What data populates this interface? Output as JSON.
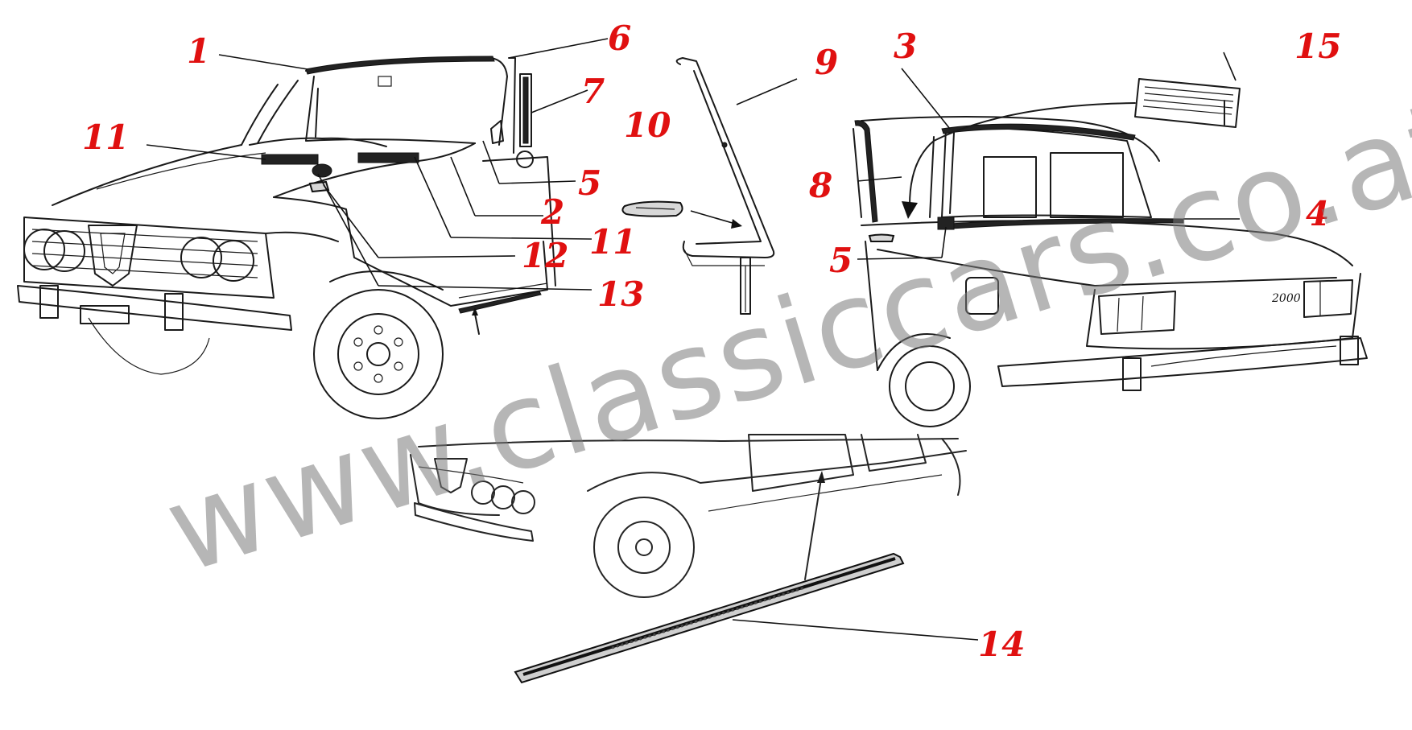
{
  "watermark": "www.classiccars.co.at",
  "callouts": [
    {
      "id": "1",
      "label": "1"
    },
    {
      "id": "2",
      "label": "2"
    },
    {
      "id": "3",
      "label": "3"
    },
    {
      "id": "4",
      "label": "4"
    },
    {
      "id": "5a",
      "label": "5"
    },
    {
      "id": "5b",
      "label": "5"
    },
    {
      "id": "6",
      "label": "6"
    },
    {
      "id": "7",
      "label": "7"
    },
    {
      "id": "8",
      "label": "8"
    },
    {
      "id": "9",
      "label": "9"
    },
    {
      "id": "10",
      "label": "10"
    },
    {
      "id": "11a",
      "label": "11"
    },
    {
      "id": "11b",
      "label": "11"
    },
    {
      "id": "12",
      "label": "12"
    },
    {
      "id": "13",
      "label": "13"
    },
    {
      "id": "14",
      "label": "14"
    },
    {
      "id": "15",
      "label": "15"
    }
  ],
  "badge_text": "2000"
}
